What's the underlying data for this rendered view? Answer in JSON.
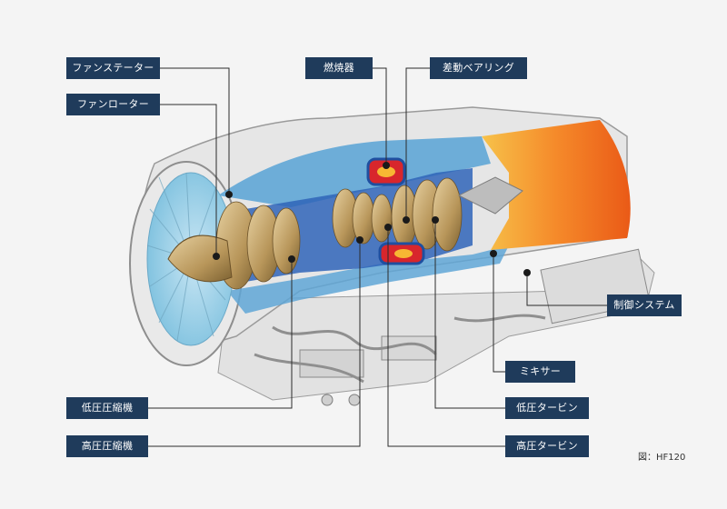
{
  "labels": {
    "fan_stator": "ファンステーター",
    "fan_rotor": "ファンローター",
    "combustor": "燃焼器",
    "diff_bearing": "差動ベアリング",
    "control_system": "制御システム",
    "mixer": "ミキサー",
    "lp_turbine": "低圧タービン",
    "hp_turbine": "高圧タービン",
    "lp_compressor": "低圧圧縮機",
    "hp_compressor": "高圧圧縮機"
  },
  "caption": "図：HF120",
  "colors": {
    "label_bg": "#1f3b5b",
    "exhaust_hot": "#f26a1b",
    "exhaust_warm": "#f7b733",
    "bypass_blue": "#5fa6d6",
    "core_blue": "#2f64b8",
    "combustor_red": "#d8262c",
    "blade_gold": "#b8965a",
    "casing_gray": "#d9d9d9"
  }
}
